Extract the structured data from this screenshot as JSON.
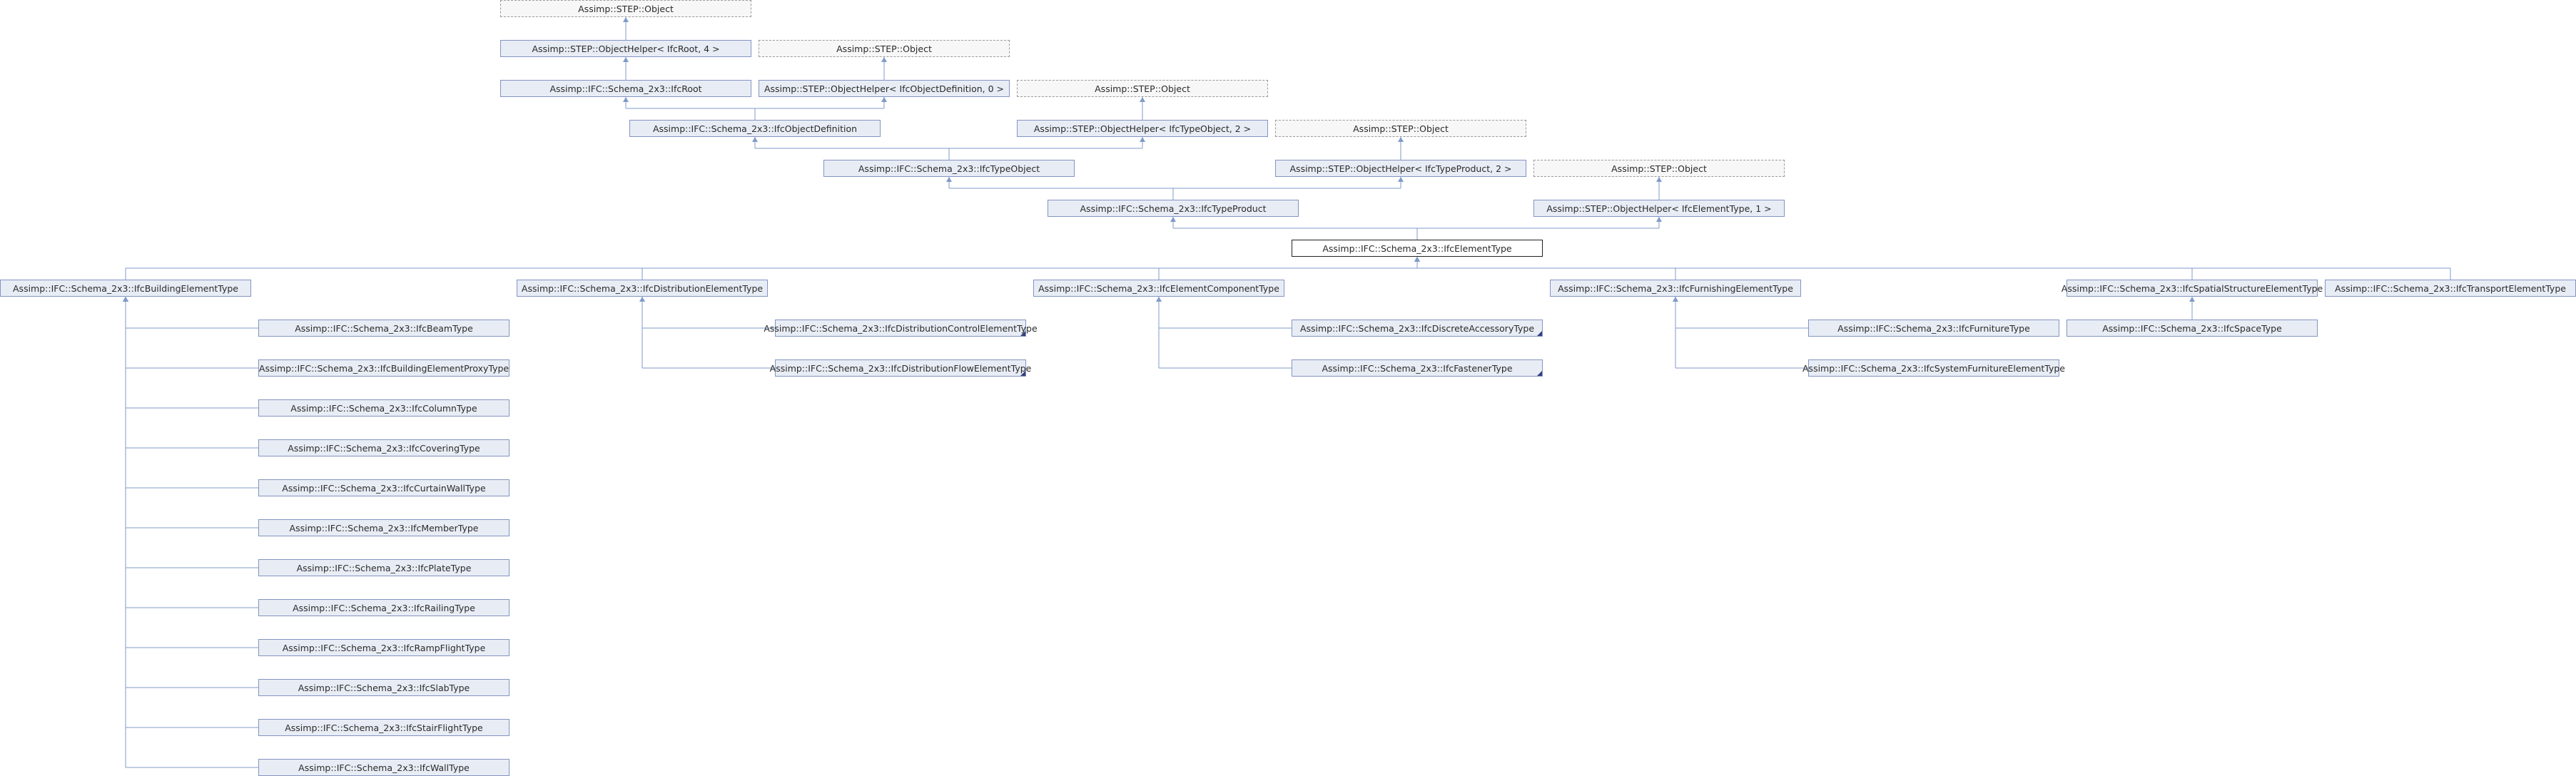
{
  "diagram": {
    "type": "inheritance-graph",
    "colors": {
      "node_fill": "#e8edf5",
      "node_border": "#8494c2",
      "edge": "#7f9bc8",
      "external_fill": "#f7f7f7"
    },
    "nodes": [
      {
        "id": "obj1",
        "label": "Assimp::STEP::Object",
        "style": "ext"
      },
      {
        "id": "helper_root",
        "label": "Assimp::STEP::ObjectHelper< IfcRoot, 4 >",
        "style": "normal"
      },
      {
        "id": "obj2",
        "label": "Assimp::STEP::Object",
        "style": "ext"
      },
      {
        "id": "ifcroot",
        "label": "Assimp::IFC::Schema_2x3::IfcRoot",
        "style": "normal"
      },
      {
        "id": "helper_objdef",
        "label": "Assimp::STEP::ObjectHelper< IfcObjectDefinition, 0 >",
        "style": "normal"
      },
      {
        "id": "obj3",
        "label": "Assimp::STEP::Object",
        "style": "ext"
      },
      {
        "id": "ifcobjdef",
        "label": "Assimp::IFC::Schema_2x3::IfcObjectDefinition",
        "style": "normal"
      },
      {
        "id": "helper_typeobj",
        "label": "Assimp::STEP::ObjectHelper< IfcTypeObject, 2 >",
        "style": "normal"
      },
      {
        "id": "obj4",
        "label": "Assimp::STEP::Object",
        "style": "ext"
      },
      {
        "id": "ifctypeobj",
        "label": "Assimp::IFC::Schema_2x3::IfcTypeObject",
        "style": "normal"
      },
      {
        "id": "helper_typeprod",
        "label": "Assimp::STEP::ObjectHelper< IfcTypeProduct, 2 >",
        "style": "normal"
      },
      {
        "id": "obj5",
        "label": "Assimp::STEP::Object",
        "style": "ext"
      },
      {
        "id": "ifctypeprod",
        "label": "Assimp::IFC::Schema_2x3::IfcTypeProduct",
        "style": "normal"
      },
      {
        "id": "helper_elemtype",
        "label": "Assimp::STEP::ObjectHelper< IfcElementType, 1 >",
        "style": "normal"
      },
      {
        "id": "ifcelemtype",
        "label": "Assimp::IFC::Schema_2x3::IfcElementType",
        "style": "focus"
      },
      {
        "id": "bldg",
        "label": "Assimp::IFC::Schema_2x3::IfcBuildingElementType",
        "style": "normal"
      },
      {
        "id": "dist",
        "label": "Assimp::IFC::Schema_2x3::IfcDistributionElementType",
        "style": "normal"
      },
      {
        "id": "comp",
        "label": "Assimp::IFC::Schema_2x3::IfcElementComponentType",
        "style": "normal"
      },
      {
        "id": "furn",
        "label": "Assimp::IFC::Schema_2x3::IfcFurnishingElementType",
        "style": "normal"
      },
      {
        "id": "spat",
        "label": "Assimp::IFC::Schema_2x3::IfcSpatialStructureElementType",
        "style": "normal"
      },
      {
        "id": "trans",
        "label": "Assimp::IFC::Schema_2x3::IfcTransportElementType",
        "style": "normal"
      },
      {
        "id": "beam",
        "label": "Assimp::IFC::Schema_2x3::IfcBeamType",
        "style": "normal"
      },
      {
        "id": "proxy",
        "label": "Assimp::IFC::Schema_2x3::IfcBuildingElementProxyType",
        "style": "normal"
      },
      {
        "id": "column",
        "label": "Assimp::IFC::Schema_2x3::IfcColumnType",
        "style": "normal"
      },
      {
        "id": "covering",
        "label": "Assimp::IFC::Schema_2x3::IfcCoveringType",
        "style": "normal"
      },
      {
        "id": "curtain",
        "label": "Assimp::IFC::Schema_2x3::IfcCurtainWallType",
        "style": "normal"
      },
      {
        "id": "member",
        "label": "Assimp::IFC::Schema_2x3::IfcMemberType",
        "style": "normal"
      },
      {
        "id": "plate",
        "label": "Assimp::IFC::Schema_2x3::IfcPlateType",
        "style": "normal"
      },
      {
        "id": "railing",
        "label": "Assimp::IFC::Schema_2x3::IfcRailingType",
        "style": "normal"
      },
      {
        "id": "ramp",
        "label": "Assimp::IFC::Schema_2x3::IfcRampFlightType",
        "style": "normal"
      },
      {
        "id": "slab",
        "label": "Assimp::IFC::Schema_2x3::IfcSlabType",
        "style": "normal"
      },
      {
        "id": "stair",
        "label": "Assimp::IFC::Schema_2x3::IfcStairFlightType",
        "style": "normal"
      },
      {
        "id": "wall",
        "label": "Assimp::IFC::Schema_2x3::IfcWallType",
        "style": "normal"
      },
      {
        "id": "distctrl",
        "label": "Assimp::IFC::Schema_2x3::IfcDistributionControlElementType",
        "style": "more"
      },
      {
        "id": "distflow",
        "label": "Assimp::IFC::Schema_2x3::IfcDistributionFlowElementType",
        "style": "more"
      },
      {
        "id": "discrete",
        "label": "Assimp::IFC::Schema_2x3::IfcDiscreteAccessoryType",
        "style": "more"
      },
      {
        "id": "fastener",
        "label": "Assimp::IFC::Schema_2x3::IfcFastenerType",
        "style": "more"
      },
      {
        "id": "furniture",
        "label": "Assimp::IFC::Schema_2x3::IfcFurnitureType",
        "style": "normal"
      },
      {
        "id": "sysfurn",
        "label": "Assimp::IFC::Schema_2x3::IfcSystemFurnitureElementType",
        "style": "normal"
      },
      {
        "id": "space",
        "label": "Assimp::IFC::Schema_2x3::IfcSpaceType",
        "style": "normal"
      }
    ],
    "edges": [
      [
        "helper_root",
        "obj1"
      ],
      [
        "ifcroot",
        "helper_root"
      ],
      [
        "helper_objdef",
        "obj2"
      ],
      [
        "ifcobjdef",
        "ifcroot"
      ],
      [
        "ifcobjdef",
        "helper_objdef"
      ],
      [
        "helper_typeobj",
        "obj3"
      ],
      [
        "ifctypeobj",
        "ifcobjdef"
      ],
      [
        "ifctypeobj",
        "helper_typeobj"
      ],
      [
        "helper_typeprod",
        "obj4"
      ],
      [
        "ifctypeprod",
        "ifctypeobj"
      ],
      [
        "ifctypeprod",
        "helper_typeprod"
      ],
      [
        "helper_elemtype",
        "obj5"
      ],
      [
        "ifcelemtype",
        "ifctypeprod"
      ],
      [
        "ifcelemtype",
        "helper_elemtype"
      ],
      [
        "bldg",
        "ifcelemtype"
      ],
      [
        "dist",
        "ifcelemtype"
      ],
      [
        "comp",
        "ifcelemtype"
      ],
      [
        "furn",
        "ifcelemtype"
      ],
      [
        "spat",
        "ifcelemtype"
      ],
      [
        "trans",
        "ifcelemtype"
      ],
      [
        "beam",
        "bldg"
      ],
      [
        "proxy",
        "bldg"
      ],
      [
        "column",
        "bldg"
      ],
      [
        "covering",
        "bldg"
      ],
      [
        "curtain",
        "bldg"
      ],
      [
        "member",
        "bldg"
      ],
      [
        "plate",
        "bldg"
      ],
      [
        "railing",
        "bldg"
      ],
      [
        "ramp",
        "bldg"
      ],
      [
        "slab",
        "bldg"
      ],
      [
        "stair",
        "bldg"
      ],
      [
        "wall",
        "bldg"
      ],
      [
        "distctrl",
        "dist"
      ],
      [
        "distflow",
        "dist"
      ],
      [
        "discrete",
        "comp"
      ],
      [
        "fastener",
        "comp"
      ],
      [
        "furniture",
        "furn"
      ],
      [
        "sysfurn",
        "furn"
      ],
      [
        "space",
        "spat"
      ]
    ]
  }
}
